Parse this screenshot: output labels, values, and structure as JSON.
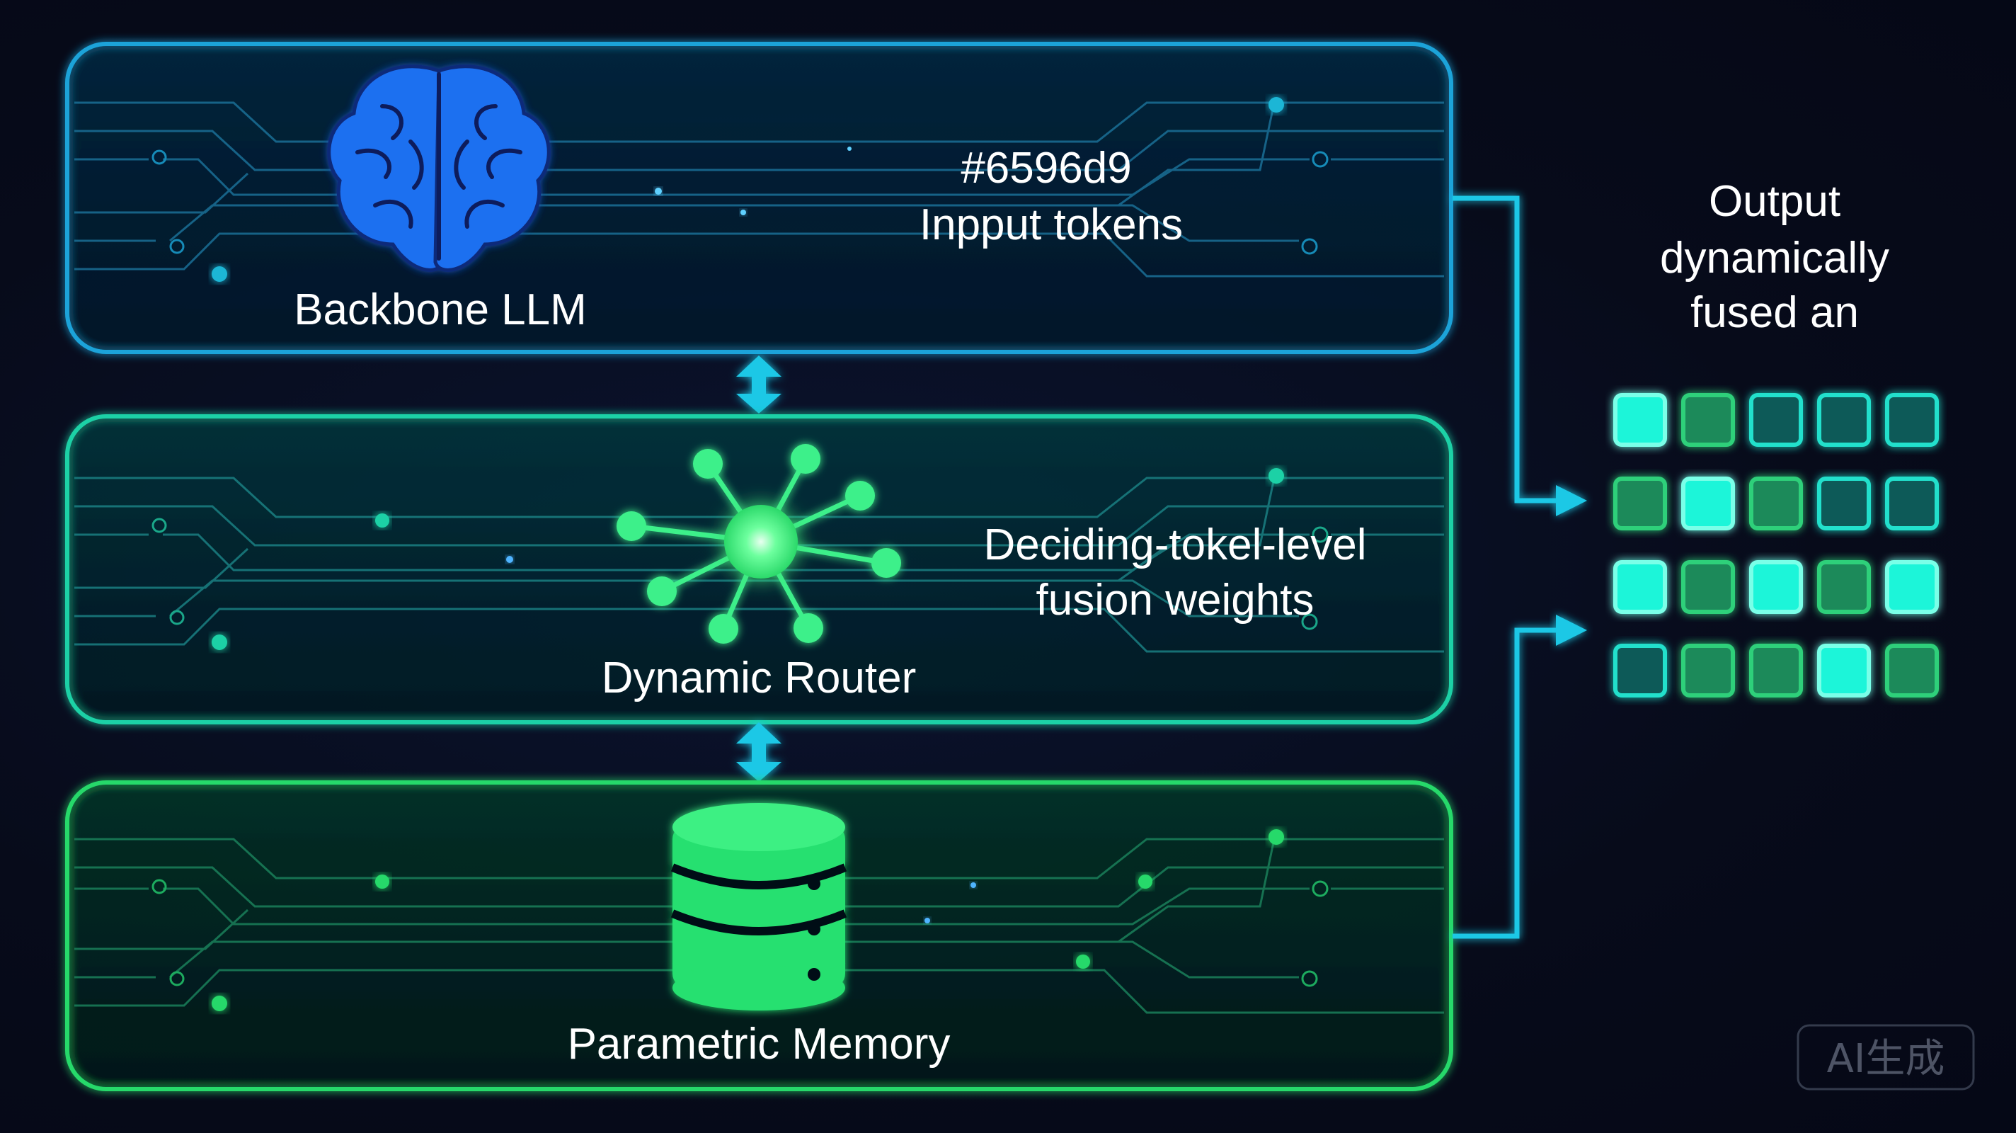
{
  "panels": {
    "backbone": {
      "label": "Backbone LLM",
      "icon": "brain-icon",
      "color": "#1aa3d9"
    },
    "router": {
      "label": "Dynamic Router",
      "icon": "network-hub-icon",
      "color": "#1fd1a6"
    },
    "memory": {
      "label": "Parametric Memory",
      "icon": "database-icon",
      "color": "#26d96b"
    }
  },
  "input_label": {
    "line1": "#6596d9",
    "line2": "Inpput tokens"
  },
  "router_desc": {
    "line1": "Decidinɡ-tokel-level",
    "line2": "fusion weights"
  },
  "output_label": {
    "line1": "Output",
    "line2": "dynamically",
    "line3": "fused an"
  },
  "output_grid": {
    "rows": [
      [
        "bright",
        "green",
        "outline",
        "outline",
        "outline"
      ],
      [
        "green",
        "bright",
        "green",
        "outline",
        "outline"
      ],
      [
        "bright",
        "green",
        "bright",
        "green",
        "bright"
      ],
      [
        "outline",
        "green",
        "green",
        "bright",
        "green"
      ]
    ],
    "colors": {
      "bright": "#1ff5d9",
      "green": "#1d8a5a",
      "outline": "#0f5a58"
    }
  },
  "watermark": "AI生成"
}
